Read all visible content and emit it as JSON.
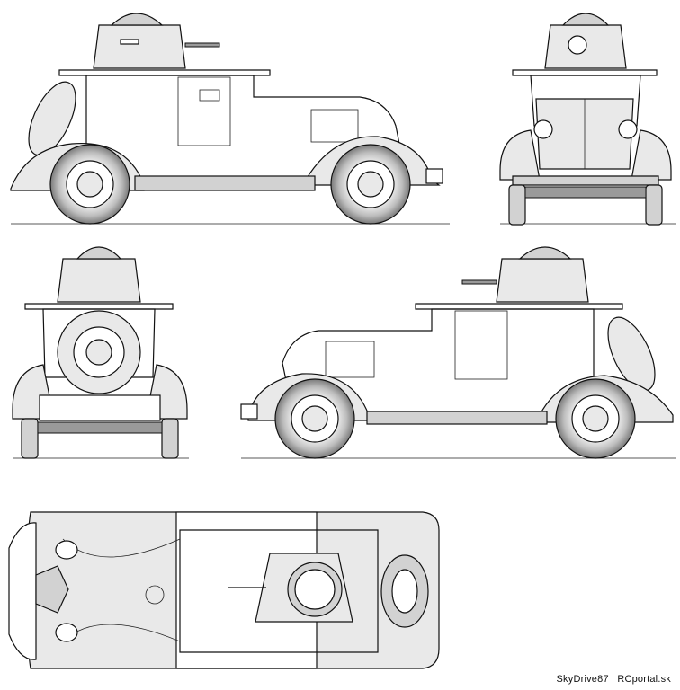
{
  "credit": "SkyDrive87 | RCportal.sk",
  "views": [
    {
      "id": "left-side-view"
    },
    {
      "id": "front-view"
    },
    {
      "id": "rear-view"
    },
    {
      "id": "right-side-view"
    },
    {
      "id": "top-view"
    }
  ],
  "colors": {
    "line": "#111111",
    "shade_light": "#e9e9e9",
    "shade_mid": "#d2d2d2",
    "shade_dark": "#9a9a9a",
    "background": "#ffffff"
  }
}
